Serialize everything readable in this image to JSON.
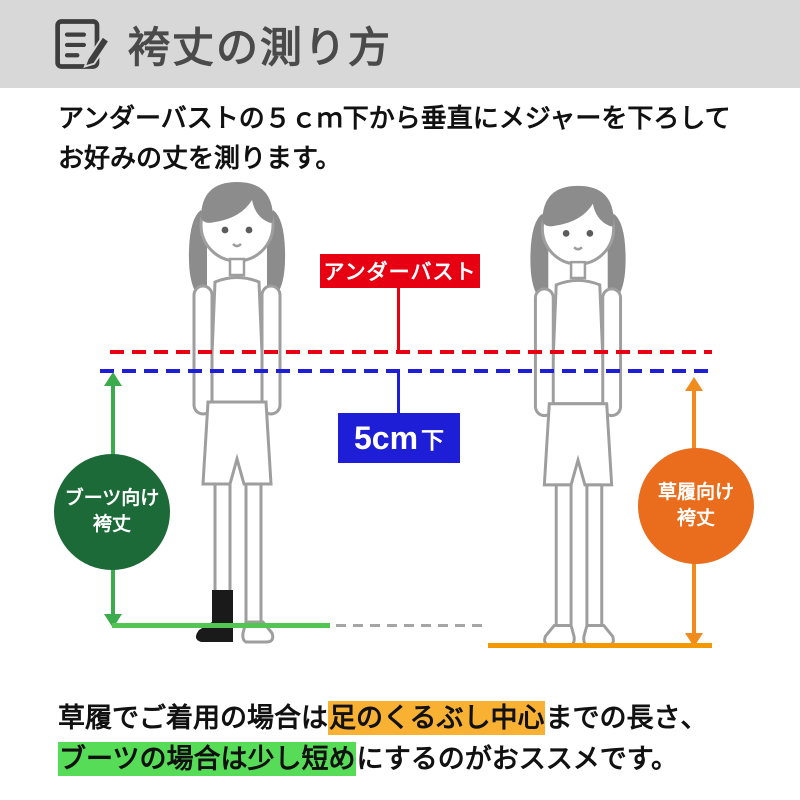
{
  "header": {
    "title": "袴丈の測り方",
    "icon": "memo-pen-icon",
    "background_color": "#d8d8d8",
    "text_color": "#4a4a4a"
  },
  "intro": {
    "line1": "アンダーバストの５ｃｍ下から垂直にメジャーを下ろして",
    "line2": "お好みの丈を測ります。"
  },
  "diagram": {
    "underbust_label": {
      "text": "アンダーバスト",
      "color": "#e60012"
    },
    "below_label": {
      "big": "5cm",
      "small": "下",
      "color": "#1e1ed6"
    },
    "boots_badge": {
      "line1": "ブーツ向け",
      "line2": "袴丈",
      "color": "#1c6a38",
      "arrow_color": "#3bac4b",
      "floor_line_color": "#52c552"
    },
    "zori_badge": {
      "line1": "草履向け",
      "line2": "袴丈",
      "color": "#ea6d1e",
      "arrow_color": "#f08c1e",
      "floor_line_color": "#f39800"
    },
    "figures": [
      "woman-with-boots",
      "woman-with-zori"
    ]
  },
  "footer": {
    "part1": "草履でご着用の場合は",
    "highlight_orange": "足のくるぶし中心",
    "part2": "までの長さ、",
    "highlight_green": "ブーツの場合は少し短め",
    "part3": "にするのがおススメです。",
    "orange_highlight_color": "#f8b133",
    "green_highlight_color": "#57dc57"
  }
}
